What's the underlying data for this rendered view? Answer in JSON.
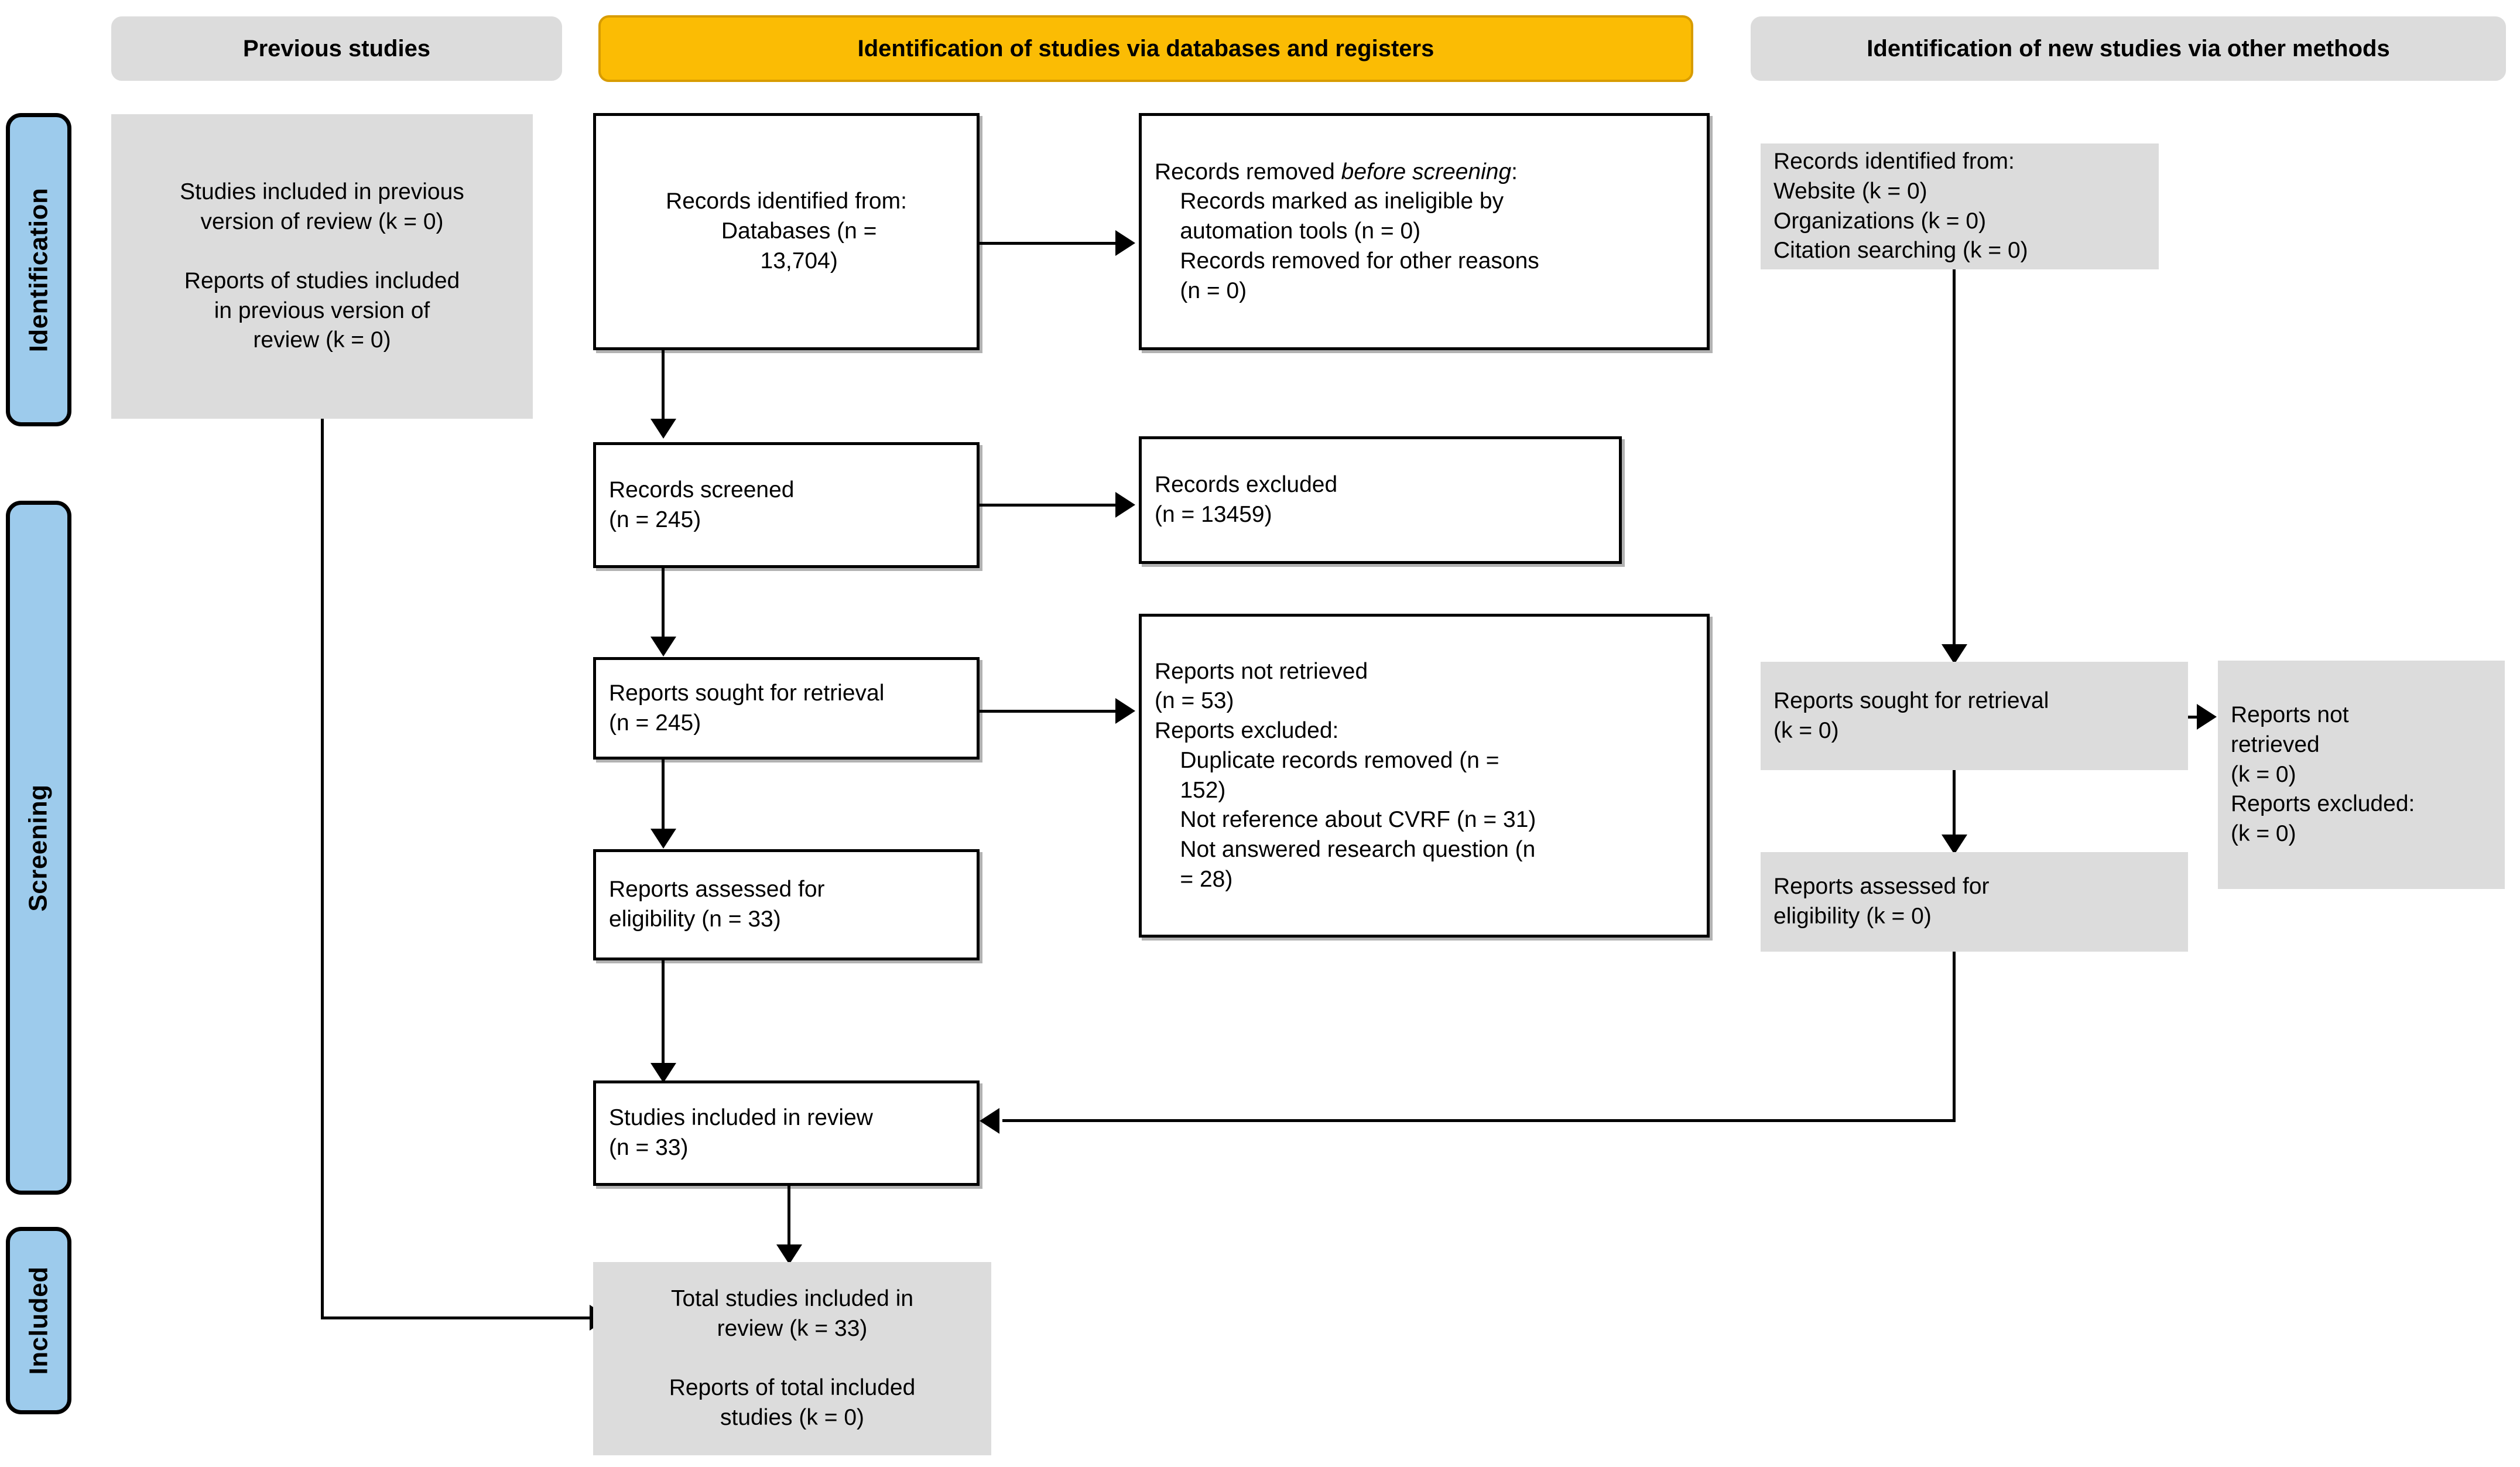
{
  "diagram": {
    "type": "prisma-flow-diagram",
    "title": "PRISMA 2020 flow diagram for updated systematic reviews"
  },
  "phases": [
    {
      "id": "identification",
      "label": "Identification",
      "color": "#9DCBEC"
    },
    {
      "id": "screening",
      "label": "Screening",
      "color": "#9DCBEC"
    },
    {
      "id": "included",
      "label": "Included",
      "color": "#9DCBEC"
    }
  ],
  "headers": {
    "previous": {
      "label": "Previous studies",
      "bg": "#DCDCDC"
    },
    "databases": {
      "label": "Identification of studies via databases and registers",
      "bg": "#FBBC04"
    },
    "other": {
      "label": "Identification of new studies via other methods",
      "bg": "#DCDCDC"
    }
  },
  "boxes": {
    "prev_studies": {
      "text": "Studies included in previous\nversion of review (k = 0)\n\nReports of studies included\nin previous version of\nreview (k = 0)",
      "style": "filled"
    },
    "records_identified": {
      "text": "Records identified from:\n    Databases (n =\n    13,704)",
      "style": "outlined"
    },
    "records_removed": {
      "text_before": "Records removed ",
      "text_italic": "before screening",
      "text_after": ":\n    Records marked as ineligible by\n    automation tools (n = 0)\n    Records removed for other reasons\n    (n = 0)",
      "style": "outlined"
    },
    "records_screened": {
      "text": "Records screened\n(n = 245)",
      "style": "outlined"
    },
    "records_excluded": {
      "text": "Records excluded\n(n = 13459)",
      "style": "outlined"
    },
    "reports_sought": {
      "text": "Reports sought for retrieval\n(n = 245)",
      "style": "outlined"
    },
    "reports_not_retrieved": {
      "text": "Reports not retrieved\n(n = 53)\nReports excluded:\n    Duplicate records removed (n =\n    152)\n    Not reference about CVRF (n = 31)\n    Not answered research question (n\n    = 28)",
      "style": "outlined"
    },
    "reports_assessed": {
      "text": "Reports assessed for\neligibility (n = 33)",
      "style": "outlined"
    },
    "studies_included": {
      "text": "Studies included in review\n(n = 33)",
      "style": "outlined"
    },
    "total_included": {
      "text": "Total studies included in\nreview (k = 33)\n\nReports of total included\nstudies (k = 0)",
      "style": "filled"
    },
    "other_identified": {
      "text": "Records identified from:\nWebsite (k = 0)\nOrganizations (k = 0)\nCitation searching (k = 0)",
      "style": "filled"
    },
    "other_sought": {
      "text": "Reports sought for retrieval\n(k = 0)",
      "style": "filled"
    },
    "other_assessed": {
      "text": "Reports assessed for\neligibility (k = 0)",
      "style": "filled"
    },
    "other_not_retrieved": {
      "text": "Reports not\nretrieved\n(k = 0)\nReports excluded:\n(k = 0)",
      "style": "filled"
    }
  },
  "colors": {
    "phase_blue": "#9DCBEC",
    "header_amber": "#FBBC04",
    "box_gray": "#DCDCDC",
    "outline_black": "#000000",
    "page_white": "#FFFFFF"
  }
}
